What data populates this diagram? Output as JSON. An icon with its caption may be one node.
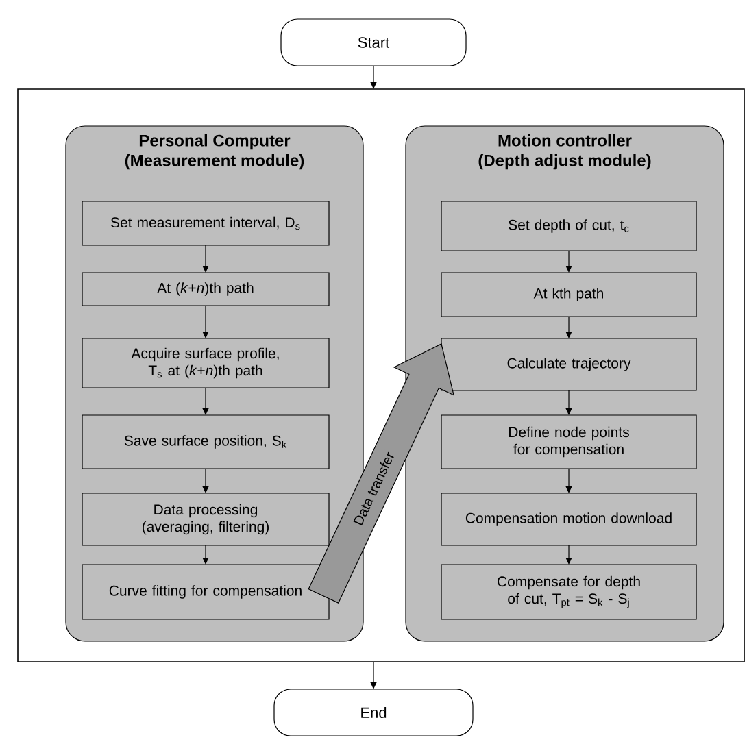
{
  "diagram": {
    "nodes": [
      {
        "text": [
          "Start"
        ]
      },
      {
        "text": [],
        "shape": "box"
      },
      {
        "text": [
          "Personal Computer (Measurement module)"
        ],
        "in": 1
      },
      {
        "text": [
          "Set measurement interval, D$_{s}$"
        ],
        "in": 2
      },
      {
        "text": [
          "At (*k*+*n*)th  path"
        ],
        "in": 2
      },
      {
        "text": [
          "Acquire surface profile, T$_{s}$ at (*k*+*n*)th path"
        ],
        "in": 2
      },
      {
        "text": [
          "Save surface position, S$_{k}$"
        ],
        "in": 2
      },
      {
        "text": [
          "Data processing (averaging, filtering)"
        ],
        "in": 2
      },
      {
        "text": [
          "Curve fitting for compensation"
        ],
        "in": 2
      },
      {
        "text": [
          "Motion controller (Depth adjust module)"
        ],
        "in": 1
      },
      {
        "text": [
          "Set depth of cut, t$_{c}$"
        ],
        "in": 9
      },
      {
        "text": [
          "At kth path"
        ],
        "in": 9
      },
      {
        "text": [
          "Calculate trajectory"
        ],
        "in": 9
      },
      {
        "text": [
          "Define node points for compensation"
        ],
        "in": 9
      },
      {
        "text": [
          "Compensation motion download"
        ],
        "in": 9
      },
      {
        "text": [
          "Compensate for depth of cut, T$_{pt}$ = S$_{k}$ - S$_{j}$"
        ],
        "in": 9
      },
      {
        "text": [
          "End"
        ]
      }
    ],
    "edges": [
      {
        "from": 0,
        "to": 1,
        "arrow": "to"
      },
      {
        "from": 3,
        "to": 4,
        "arrow": "to"
      },
      {
        "from": 4,
        "to": 5,
        "arrow": "to"
      },
      {
        "from": 5,
        "to": 6,
        "arrow": "to"
      },
      {
        "from": 6,
        "to": 7,
        "arrow": "to"
      },
      {
        "from": 7,
        "to": 8,
        "arrow": "to"
      },
      {
        "from": 10,
        "to": 11,
        "arrow": "to"
      },
      {
        "from": 11,
        "to": 12,
        "arrow": "to"
      },
      {
        "from": 12,
        "to": 13,
        "arrow": "to"
      },
      {
        "from": 13,
        "to": 14,
        "arrow": "to"
      },
      {
        "from": 14,
        "to": 15,
        "arrow": "to"
      },
      {
        "from": 8,
        "to": 12,
        "arrow": "to",
        "label": "Data transfer",
        "style": "thick",
        "color": "#999999"
      },
      {
        "from": 1,
        "to": 16,
        "arrow": "to"
      }
    ]
  }
}
